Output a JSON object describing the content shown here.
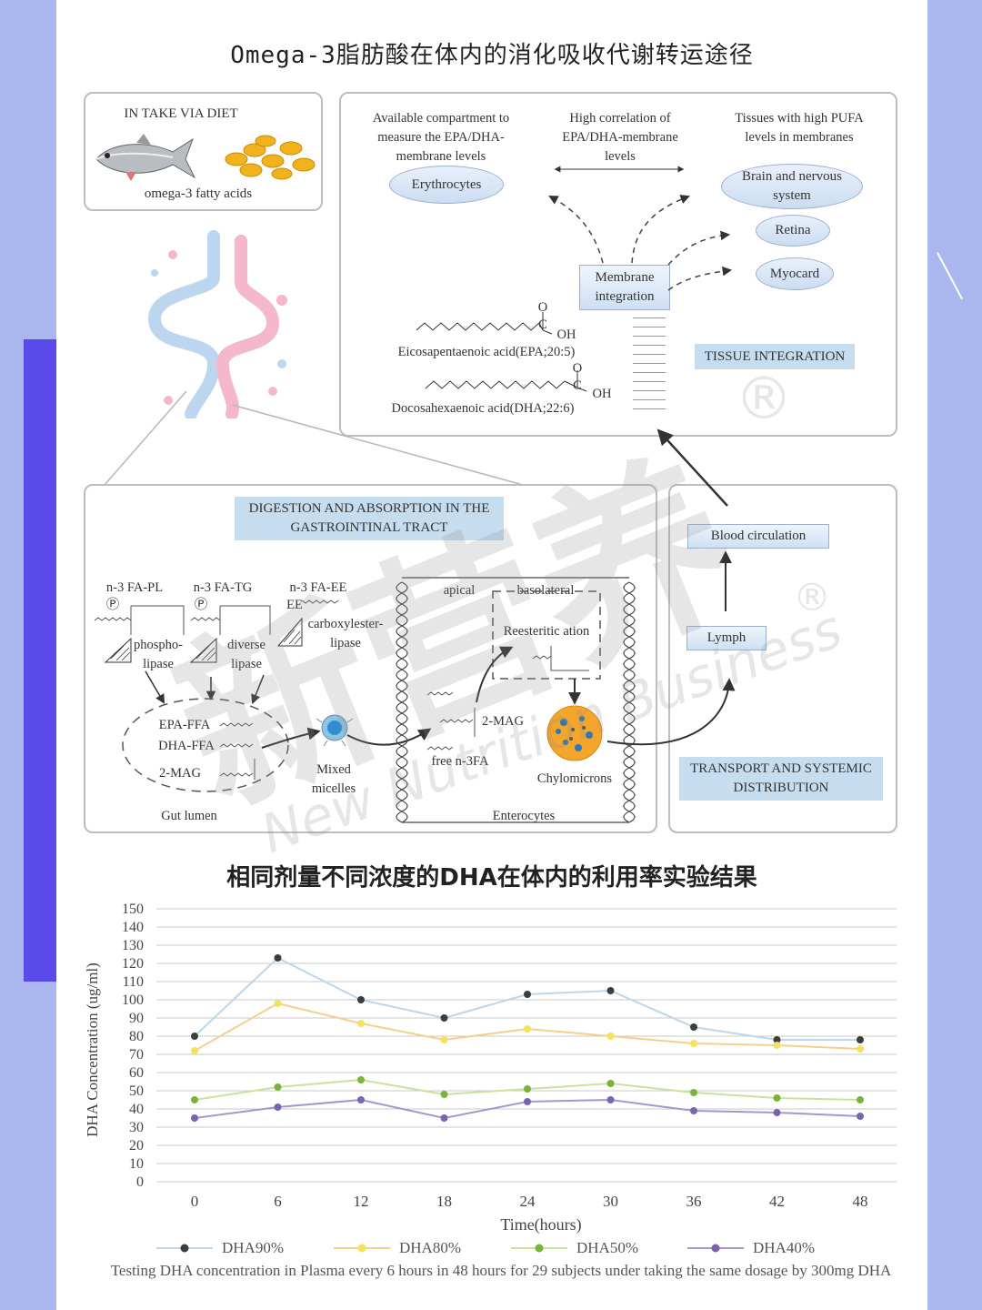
{
  "main_title": "Omega-3脂肪酸在体内的消化吸收代谢转运途径",
  "diet": {
    "title": "IN TAKE VIA DIET",
    "caption": "omega-3 fatty acids"
  },
  "tissue": {
    "col1": "Available compartment to measure the EPA/DHA-membrane levels",
    "col2": "High correlation of EPA/DHA-membrane levels",
    "col3": "Tissues with high PUFA levels in membranes",
    "erythrocytes": "Erythrocytes",
    "brain": "Brain and nervous system",
    "retina": "Retina",
    "myocard": "Myocard",
    "membrane": "Membrane integration",
    "epa_label": "Eicosapentaenoic acid(EPA;20:5)",
    "dha_label": "Docosahexaenoic acid(DHA;22:6)",
    "o": "O",
    "c": "C",
    "oh": "OH",
    "section_label": "TISSUE INTEGRATION"
  },
  "digestion": {
    "title": "DIGESTION AND ABSORPTION IN THE GASTROINTINAL TRACT",
    "pl": "n-3 FA-PL",
    "tg": "n-3 FA-TG",
    "ee": "n-3 FA-EE",
    "p_symbol": "Ⓟ",
    "ee_short": "EE",
    "phospholipase": "phospho- lipase",
    "diverse": "diverse lipase",
    "carboxyl": "carboxylester- lipase",
    "epa_ffa": "EPA-FFA",
    "dha_ffa": "DHA-FFA",
    "mag": "2-MAG",
    "micelles": "Mixed micelles",
    "gut": "Gut lumen",
    "apical": "apical",
    "basolateral": "basolateral",
    "reesterification": "Reesteritic ation",
    "mag2": "2-MAG",
    "free": "free n-3FA",
    "chylo": "Chylomicrons",
    "entero": "Enterocytes"
  },
  "transport": {
    "blood": "Blood circulation",
    "lymph": "Lymph",
    "label": "TRANSPORT AND SYSTEMIC DISTRIBUTION"
  },
  "watermark": {
    "cn": "新营养",
    "en": "New Nutrition Business",
    "reg": "®"
  },
  "chart_title": "相同剂量不同浓度的DHA在体内的利用率实验结果",
  "caption": "Testing DHA concentration in Plasma every 6 hours in 48 hours for 29 subjects under taking the same dosage by 300mg DHA",
  "chart_data": {
    "type": "line",
    "x": [
      0,
      6,
      12,
      18,
      24,
      30,
      36,
      42,
      48
    ],
    "xlabel": "Time(hours)",
    "ylabel": "DHA Concentration (ug/ml)",
    "ylim": [
      0,
      150
    ],
    "yticks": [
      0,
      10,
      20,
      30,
      40,
      50,
      60,
      70,
      80,
      90,
      100,
      110,
      120,
      130,
      140,
      150
    ],
    "grid": true,
    "legend": "bottom",
    "series": [
      {
        "name": "DHA90%",
        "values": [
          80,
          123,
          100,
          90,
          103,
          105,
          85,
          78,
          78
        ],
        "line_color": "#bcd6ec",
        "marker_color": "#3d3d3d"
      },
      {
        "name": "DHA80%",
        "values": [
          72,
          98,
          87,
          78,
          84,
          80,
          76,
          75,
          73
        ],
        "line_color": "#f4d08f",
        "marker_color": "#f6e15d"
      },
      {
        "name": "DHA50%",
        "values": [
          45,
          52,
          56,
          48,
          51,
          54,
          49,
          46,
          45
        ],
        "line_color": "#c9e39f",
        "marker_color": "#7ab339"
      },
      {
        "name": "DHA40%",
        "values": [
          35,
          41,
          45,
          35,
          44,
          45,
          39,
          38,
          36
        ],
        "line_color": "#a696cb",
        "marker_color": "#7a64b0"
      }
    ]
  }
}
